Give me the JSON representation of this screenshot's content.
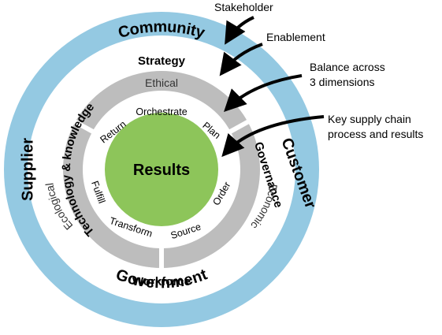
{
  "center": {
    "label": "Results"
  },
  "stakeholders": {
    "top": "Community",
    "bottom": "Government",
    "left": "Supplier",
    "right": "Customer"
  },
  "enablers": {
    "top": "Strategy",
    "bottom": "Workforce",
    "left": "Technology & knowledge",
    "right": "Governance"
  },
  "dimensions": {
    "top": "Ethical",
    "left": "Ecological",
    "right": "Economic"
  },
  "processes": {
    "return": "Return",
    "orchestrate": "Orchestrate",
    "plan": "Plan",
    "order": "Order",
    "source": "Source",
    "transform": "Transform",
    "fulfill": "Fulfill"
  },
  "callouts": {
    "stakeholder": "Stakeholder",
    "enablement": "Enablement",
    "balance_line1": "Balance across",
    "balance_line2": "3 dimensions",
    "key_line1": "Key supply chain",
    "key_line2": "process and results"
  },
  "colors": {
    "outer_ring": "#94c9e2",
    "dimension_ring": "#bdbdbd",
    "center_fill": "#8dc55a",
    "white": "#ffffff"
  }
}
